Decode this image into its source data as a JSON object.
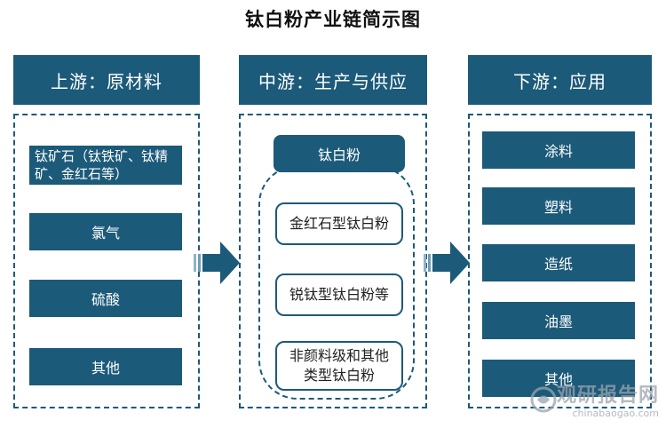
{
  "title": "钛白粉产业链简示图",
  "upstream": {
    "header": "上游：原材料",
    "items": [
      "钛矿石（钛铁矿、钛精矿、金红石等）",
      "氯气",
      "硫酸",
      "其他"
    ]
  },
  "midstream": {
    "header": "中游：生产与供应",
    "product": "钛白粉",
    "items": [
      "金红石型钛白粉",
      "锐钛型钛白粉等",
      "非颜料级和其他类型钛白粉"
    ]
  },
  "downstream": {
    "header": "下游：应用",
    "items": [
      "涂料",
      "塑料",
      "造纸",
      "油墨",
      "其他"
    ]
  },
  "watermark": {
    "brand": "观研报告网",
    "url": "chinabaogao.com"
  },
  "colors": {
    "primary": "#1c5a79",
    "arrow_light": "#8fb3c9"
  }
}
